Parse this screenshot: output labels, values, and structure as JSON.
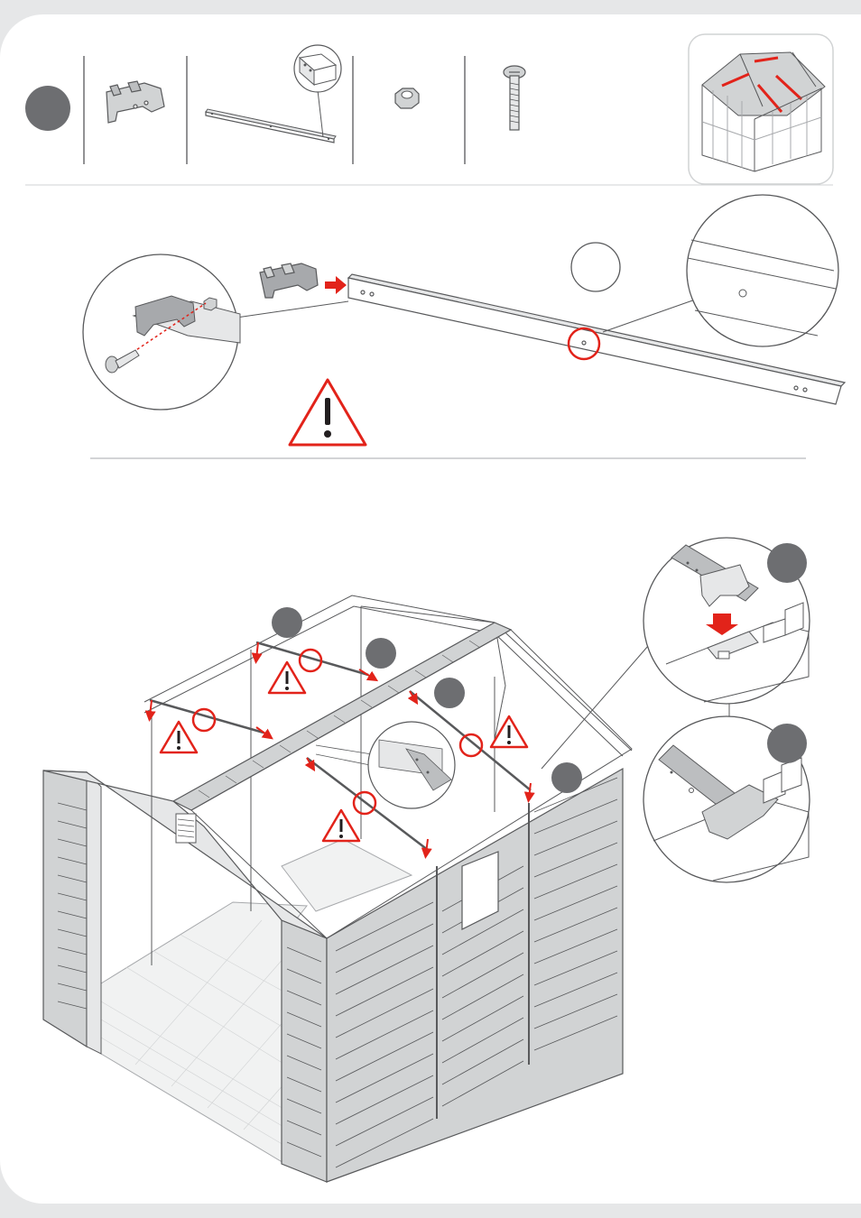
{
  "page": {
    "step_badge": "",
    "sub_badges": [
      "",
      "",
      "",
      "",
      "",
      "",
      "",
      ""
    ]
  },
  "colors": {
    "accent_red": "#e2231a",
    "badge_gray": "#6d6e71",
    "line_gray": "#58595b",
    "panel_gray": "#d1d3d4"
  },
  "parts": [
    {
      "name": "roof-bracket",
      "icon": "bracket-icon"
    },
    {
      "name": "roof-beam",
      "icon": "beam-icon"
    },
    {
      "name": "nut",
      "icon": "nut-icon"
    },
    {
      "name": "bolt",
      "icon": "bolt-icon"
    }
  ],
  "warnings": {
    "icon": "warning-triangle-icon",
    "count": 5
  }
}
